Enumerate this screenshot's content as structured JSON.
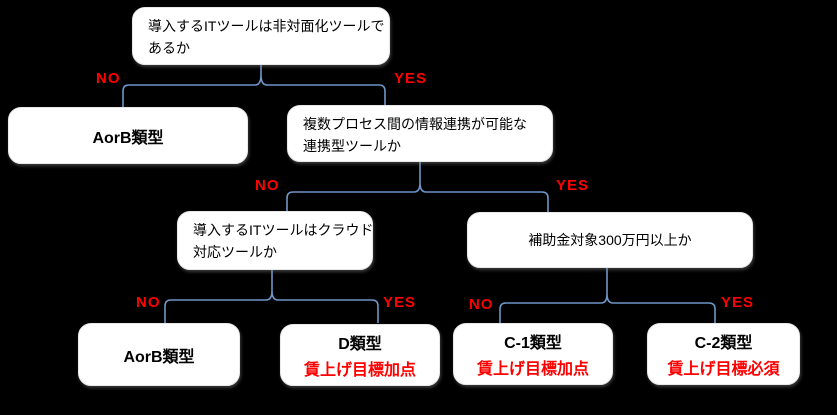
{
  "diagram": {
    "colors": {
      "background": "#000000",
      "box_fill": "#ffffff",
      "box_text": "#000000",
      "connector_blue": "#6E96C8",
      "branch_label_red": "#ff0000"
    },
    "branch_labels": {
      "no": "NO",
      "yes": "YES"
    },
    "nodes": {
      "q1": {
        "line1": "導入するITツールは非対面化ツールで",
        "line2": "あるか"
      },
      "r1": {
        "label": "AorB類型"
      },
      "q2": {
        "line1": "複数プロセス間の情報連携が可能な",
        "line2": "連携型ツールか"
      },
      "q3": {
        "line1": "導入するITツールはクラウド",
        "line2": "対応ツールか"
      },
      "q4": {
        "label": "補助金対象300万円以上か"
      },
      "r2": {
        "label": "AorB類型"
      },
      "r3": {
        "label": "D類型",
        "sublabel": "賃上げ目標加点"
      },
      "r4": {
        "label": "C-1類型",
        "sublabel": "賃上げ目標加点"
      },
      "r5": {
        "label": "C-2類型",
        "sublabel": "賃上げ目標必須"
      }
    }
  }
}
